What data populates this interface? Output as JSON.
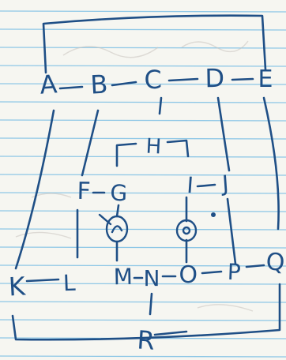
{
  "colors": {
    "paper": "#f6f6f1",
    "rule_line": "#8ec7e6",
    "ink": "#1f4f86",
    "ghost_ink": "#c9c3be"
  },
  "nodes": [
    {
      "id": "A",
      "label": "A"
    },
    {
      "id": "B",
      "label": "B"
    },
    {
      "id": "C",
      "label": "C"
    },
    {
      "id": "D",
      "label": "D"
    },
    {
      "id": "E",
      "label": "E"
    },
    {
      "id": "F",
      "label": "F"
    },
    {
      "id": "G",
      "label": "G"
    },
    {
      "id": "H",
      "label": "H"
    },
    {
      "id": "I",
      "label": "I"
    },
    {
      "id": "J",
      "label": "J"
    },
    {
      "id": "K",
      "label": "K"
    },
    {
      "id": "L",
      "label": "L"
    },
    {
      "id": "M",
      "label": "M"
    },
    {
      "id": "N",
      "label": "N"
    },
    {
      "id": "O",
      "label": "O"
    },
    {
      "id": "P",
      "label": "P"
    },
    {
      "id": "Q",
      "label": "Q"
    },
    {
      "id": "R",
      "label": "R"
    }
  ]
}
